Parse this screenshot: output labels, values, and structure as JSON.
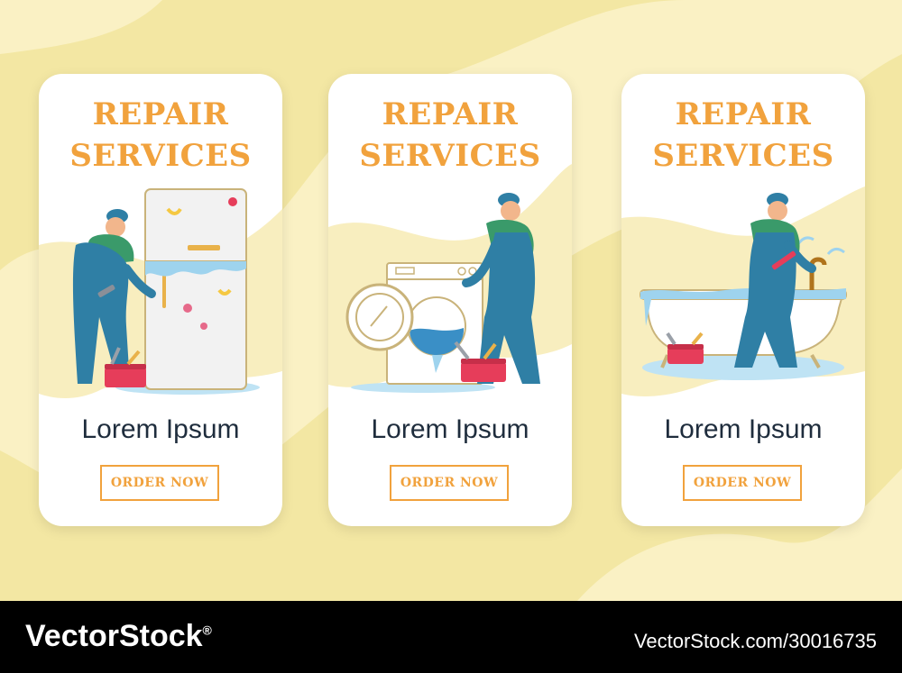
{
  "colors": {
    "background": "#f3e7a3",
    "accent": "#f1a23d",
    "text_dark": "#1f2d3d",
    "worker_blue": "#2f7fa5",
    "shirt_green": "#3a9a6a",
    "water_blue": "#9ed3ee",
    "toolbox_red": "#e63d5a"
  },
  "cards": [
    {
      "title_line1": "REPAIR",
      "title_line2": "SERVICES",
      "illustration": "refrigerator-repair-illustration",
      "subtitle": "Lorem Ipsum",
      "button_label": "ORDER NOW"
    },
    {
      "title_line1": "REPAIR",
      "title_line2": "SERVICES",
      "illustration": "washing-machine-repair-illustration",
      "subtitle": "Lorem Ipsum",
      "button_label": "ORDER NOW"
    },
    {
      "title_line1": "REPAIR",
      "title_line2": "SERVICES",
      "illustration": "bathtub-plumbing-illustration",
      "subtitle": "Lorem Ipsum",
      "button_label": "ORDER NOW"
    }
  ],
  "footer": {
    "brand": "VectorStock",
    "brand_mark": "®",
    "stock_id": "VectorStock.com/30016735"
  }
}
